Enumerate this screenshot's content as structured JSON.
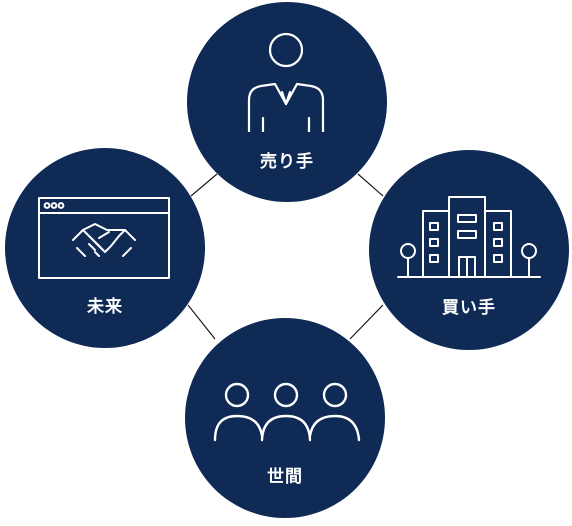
{
  "colors": {
    "node_fill": "#0e2a55",
    "icon_stroke": "#ffffff",
    "connector": "#1b1b1b"
  },
  "nodes": {
    "seller": {
      "label": "売り手",
      "icon": "person-icon"
    },
    "buyer": {
      "label": "買い手",
      "icon": "building-icon"
    },
    "future": {
      "label": "未来",
      "icon": "browser-handshake-icon"
    },
    "public": {
      "label": "世間",
      "icon": "group-icon"
    }
  },
  "connections": [
    [
      "seller",
      "future"
    ],
    [
      "seller",
      "buyer"
    ],
    [
      "future",
      "public"
    ],
    [
      "buyer",
      "public"
    ]
  ]
}
